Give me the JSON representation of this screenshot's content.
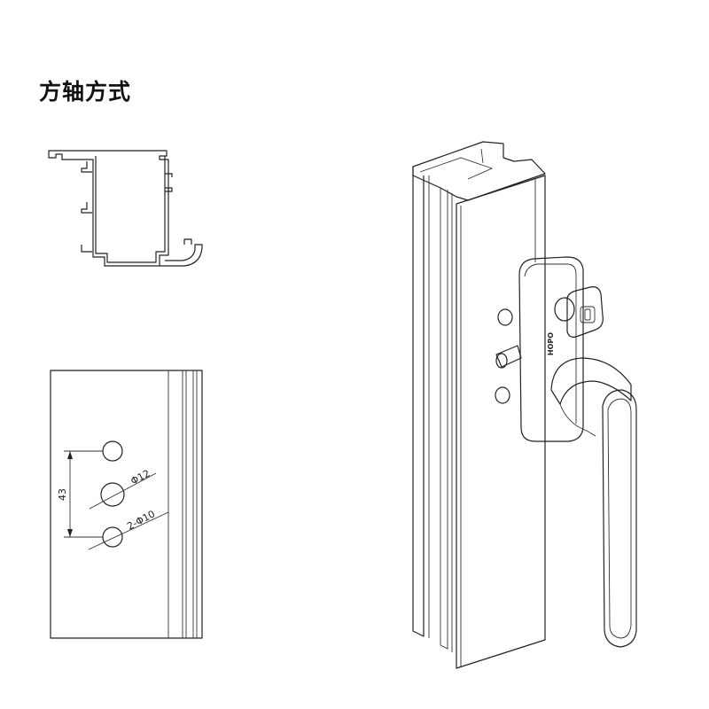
{
  "title": "方轴方式",
  "drawing": {
    "dimension_spacing": "43",
    "dimension_large_hole": "Φ12",
    "dimension_small_holes": "2-Φ10"
  },
  "product": {
    "brand_mark": "HOPO",
    "components": [
      "aluminum-window-profile",
      "square-spindle-handle",
      "lock-cylinder",
      "key"
    ]
  }
}
